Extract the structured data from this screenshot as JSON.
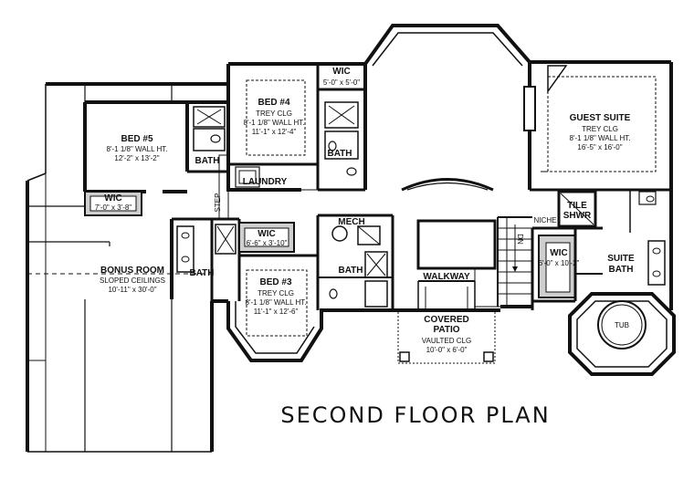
{
  "title": "SECOND FLOOR PLAN",
  "rooms": {
    "bed5": {
      "name": "BED #5",
      "line1": "8'-1 1/8\" WALL HT.",
      "line2": "12'-2\" x 13'-2\""
    },
    "bed4": {
      "name": "BED #4",
      "line1": "TREY CLG",
      "line2": "8'-1 1/8\" WALL HT.",
      "line3": "11'-1\" x 12'-4\""
    },
    "bed3": {
      "name": "BED #3",
      "line1": "TREY CLG",
      "line2": "8'-1 1/8\" WALL HT.",
      "line3": "11'-1\" x 12'-6\""
    },
    "guest": {
      "name": "GUEST SUITE",
      "line1": "TREY CLG",
      "line2": "8'-1 1/8\" WALL HT.",
      "line3": "16'-5\" x 16'-0\""
    },
    "bonus": {
      "name": "BONUS ROOM",
      "line1": "SLOPED CEILINGS",
      "line2": "10'-11\" x 30'-0\""
    },
    "wic_top": {
      "name": "WIC",
      "dim": "5'-0\" x 5'-0\""
    },
    "wic_left": {
      "name": "WIC",
      "dim": "7'-0\" x 3'-8\""
    },
    "wic_mid": {
      "name": "WIC",
      "dim": "6'-6\" x 3'-10\""
    },
    "wic_suite": {
      "name": "WIC",
      "dim": "6'-0\" x 10'-2\""
    },
    "bath_bed5": {
      "name": "BATH"
    },
    "bath_bed4": {
      "name": "BATH"
    },
    "bath_left": {
      "name": "BATH"
    },
    "bath_bed3": {
      "name": "BATH"
    },
    "laundry": {
      "name": "LAUNDRY"
    },
    "mech": {
      "name": "MECH"
    },
    "step": {
      "name": "STEP"
    },
    "walkway": {
      "name": "WALKWAY"
    },
    "patio": {
      "name": "COVERED",
      "name2": "PATIO",
      "line1": "VAULTED CLG",
      "line2": "10'-0\" x 6'-0\""
    },
    "tile_shwr": {
      "name": "TILE",
      "name2": "SHWR"
    },
    "niche": {
      "name": "NICHE"
    },
    "suite_bath": {
      "name": "SUITE",
      "name2": "BATH"
    },
    "tub": {
      "name": "TUB"
    },
    "dn": {
      "name": "DN"
    }
  }
}
